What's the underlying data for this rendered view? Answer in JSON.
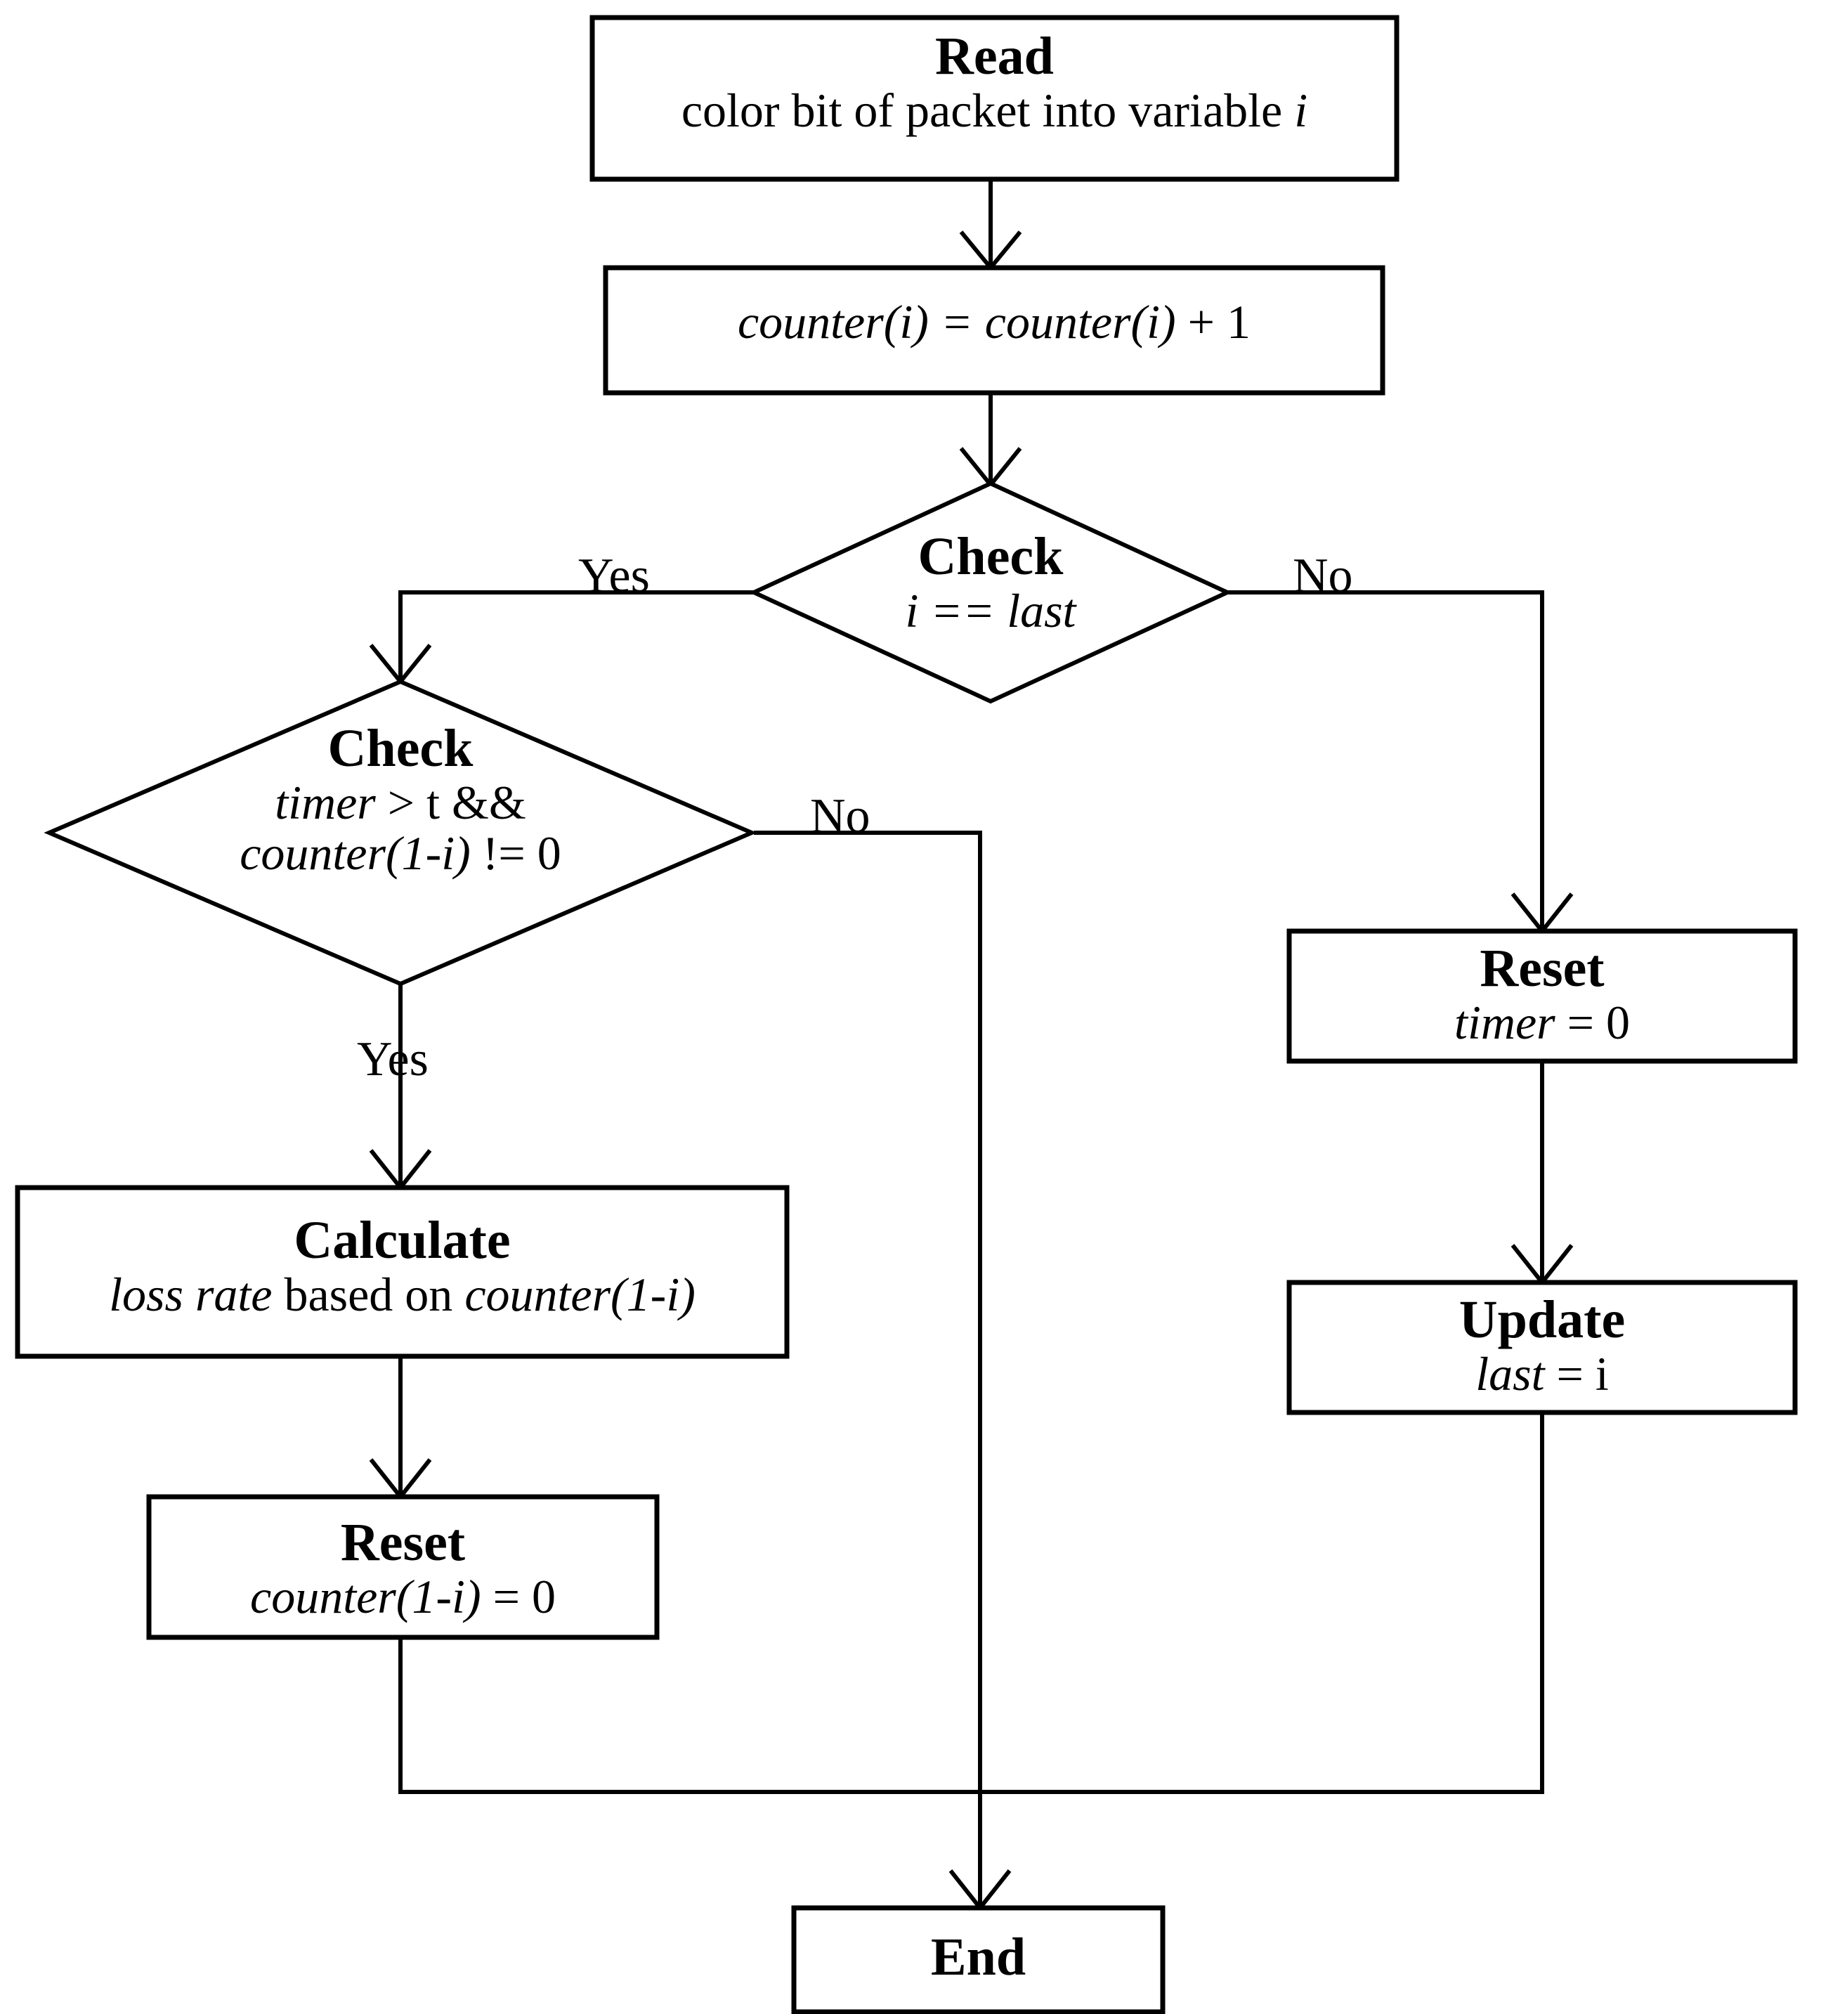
{
  "diagram": {
    "type": "flowchart",
    "title": "Color-bit packet loss measurement flowchart",
    "nodes": [
      {
        "id": "read",
        "shape": "rectangle",
        "title": "Read",
        "subtitle_parts": [
          {
            "text": "color bit of packet into variable ",
            "italic": false
          },
          {
            "text": "i",
            "italic": true
          }
        ],
        "subtitle": "color bit of packet into variable i"
      },
      {
        "id": "increment",
        "shape": "rectangle",
        "title": "",
        "subtitle_parts": [
          {
            "text": "counter(i) = counter(i)",
            "italic": true
          },
          {
            "text": " + 1",
            "italic": false
          }
        ],
        "subtitle": "counter(i) = counter(i) + 1"
      },
      {
        "id": "check-last",
        "shape": "diamond",
        "title": "Check",
        "subtitle_parts": [
          {
            "text": "i == last",
            "italic": true
          }
        ],
        "subtitle": "i == last"
      },
      {
        "id": "check-timer",
        "shape": "diamond",
        "title": "Check",
        "subtitle_line1_parts": [
          {
            "text": "timer",
            "italic": true
          },
          {
            "text": " > t &&",
            "italic": false
          }
        ],
        "subtitle_line2_parts": [
          {
            "text": "counter(1-i)",
            "italic": true
          },
          {
            "text": " != 0",
            "italic": false
          }
        ],
        "subtitle_line1": "timer > t &&",
        "subtitle_line2": "counter(1-i) != 0"
      },
      {
        "id": "reset-timer",
        "shape": "rectangle",
        "title": "Reset",
        "subtitle_parts": [
          {
            "text": "timer",
            "italic": true
          },
          {
            "text": " = 0",
            "italic": false
          }
        ],
        "subtitle": "timer = 0"
      },
      {
        "id": "update-last",
        "shape": "rectangle",
        "title": "Update",
        "subtitle_parts": [
          {
            "text": "last",
            "italic": true
          },
          {
            "text": " = i",
            "italic": false
          }
        ],
        "subtitle": "last = i"
      },
      {
        "id": "calculate",
        "shape": "rectangle",
        "title": "Calculate",
        "subtitle_parts": [
          {
            "text": "loss rate",
            "italic": true
          },
          {
            "text": " based on ",
            "italic": false
          },
          {
            "text": "counter(1-i)",
            "italic": true
          }
        ],
        "subtitle": "loss rate based on counter(1-i)"
      },
      {
        "id": "reset-counter",
        "shape": "rectangle",
        "title": "Reset",
        "subtitle_parts": [
          {
            "text": "counter(1-i)",
            "italic": true
          },
          {
            "text": " = 0",
            "italic": false
          }
        ],
        "subtitle": "counter(1-i) = 0"
      },
      {
        "id": "end",
        "shape": "rectangle",
        "title": "End",
        "subtitle": ""
      }
    ],
    "edges": [
      {
        "from": "read",
        "to": "increment",
        "label": ""
      },
      {
        "from": "increment",
        "to": "check-last",
        "label": ""
      },
      {
        "from": "check-last",
        "to": "check-timer",
        "label": "Yes"
      },
      {
        "from": "check-last",
        "to": "reset-timer",
        "label": "No"
      },
      {
        "from": "check-timer",
        "to": "calculate",
        "label": "Yes"
      },
      {
        "from": "check-timer",
        "to": "end",
        "label": "No"
      },
      {
        "from": "reset-timer",
        "to": "update-last",
        "label": ""
      },
      {
        "from": "update-last",
        "to": "end",
        "label": ""
      },
      {
        "from": "calculate",
        "to": "reset-counter",
        "label": ""
      },
      {
        "from": "reset-counter",
        "to": "end",
        "label": ""
      }
    ],
    "edge_labels": {
      "check_last_yes": "Yes",
      "check_last_no": "No",
      "check_timer_yes": "Yes",
      "check_timer_no": "No"
    },
    "colors": {
      "stroke": "#000000",
      "fill": "#ffffff",
      "text": "#000000"
    }
  }
}
